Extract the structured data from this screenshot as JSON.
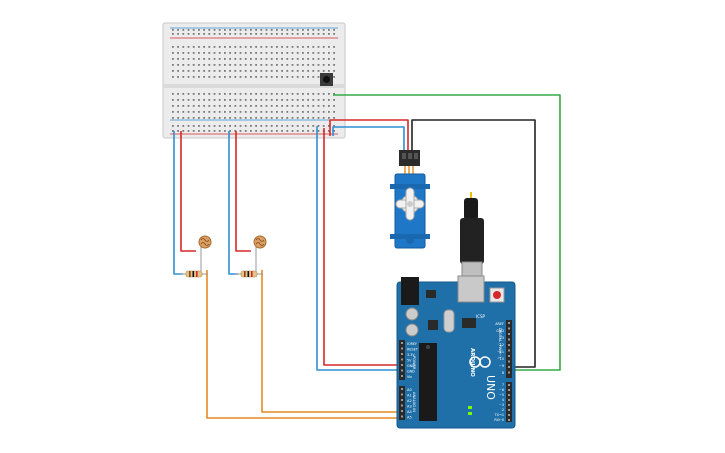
{
  "board": {
    "logo": "ARDUINO",
    "model": "UNO",
    "power_label": "POWER",
    "analog_label": "ANALOG IN",
    "digital_label": "DIGITAL (PWM~)",
    "icsp_label": "ICSP",
    "analog_pins": [
      "A0",
      "A1",
      "A2",
      "A3",
      "A4",
      "A5"
    ],
    "digital_pins": [
      "AREF",
      "GND",
      "13",
      "12",
      "~11",
      "~10",
      "~9",
      "8",
      "7",
      "~6",
      "~5",
      "4",
      "~3",
      "2",
      "TX→1",
      "RX←0"
    ],
    "power_pins": [
      "IOREF",
      "RESET",
      "3.3V",
      "5V",
      "GND",
      "GND",
      "Vin"
    ]
  },
  "colors": {
    "red": "#d62828",
    "blue": "#2f8fd4",
    "orange": "#e58a1e",
    "green": "#33aa44",
    "black": "#222222",
    "board": "#1f6fa8",
    "servo": "#1f77c8",
    "breadboard": "#ececec"
  }
}
